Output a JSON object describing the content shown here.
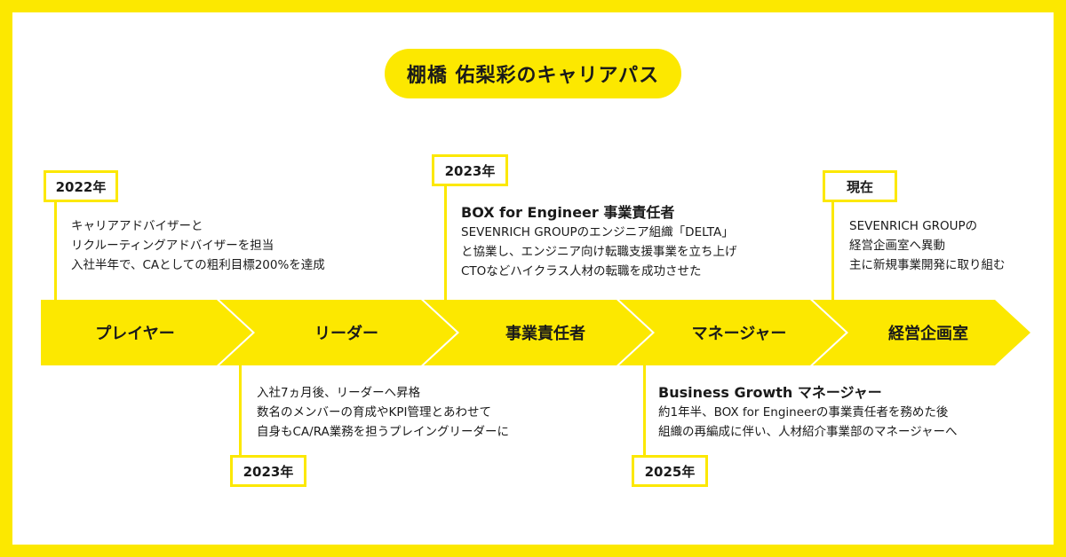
{
  "title": "棚橋 佑梨彩のキャリアパス",
  "stages": [
    {
      "label": "プレイヤー"
    },
    {
      "label": "リーダー"
    },
    {
      "label": "事業責任者"
    },
    {
      "label": "マネージャー"
    },
    {
      "label": "経営企画室"
    }
  ],
  "milestones": [
    {
      "year": "2022年",
      "title": "",
      "lines": [
        "キャリアアドバイザーと",
        "リクルーティングアドバイザーを担当",
        "入社半年で、CAとしての粗利目標200%を達成"
      ]
    },
    {
      "year": "2023年",
      "title": "",
      "lines": [
        "入社7ヵ月後、リーダーへ昇格",
        "数名のメンバーの育成やKPI管理とあわせて",
        "自身もCA/RA業務を担うプレイングリーダーに"
      ]
    },
    {
      "year": "2023年",
      "title": "BOX for Engineer 事業責任者",
      "lines": [
        "SEVENRICH GROUPのエンジニア組織「DELTA」",
        "と協業し、エンジニア向け転職支援事業を立ち上げ",
        "CTOなどハイクラス人材の転職を成功させた"
      ]
    },
    {
      "year": "2025年",
      "title": "Business Growth マネージャー",
      "lines": [
        "約1年半、BOX for Engineerの事業責任者を務めた後",
        "組織の再編成に伴い、人材紹介事業部のマネージャーへ"
      ]
    },
    {
      "year": "現在",
      "title": "",
      "lines": [
        "SEVENRICH GROUPの",
        "経営企画室へ異動",
        "主に新規事業開発に取り組む"
      ]
    }
  ],
  "colors": {
    "accent": "#fce800",
    "text": "#1a1a1a",
    "background": "#ffffff"
  }
}
